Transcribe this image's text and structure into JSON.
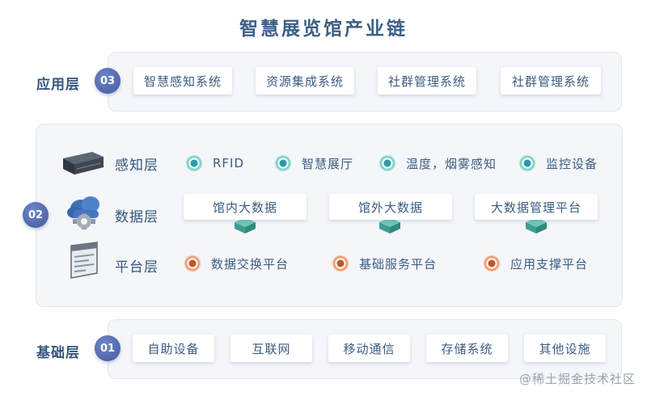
{
  "title": "智慧展览馆产业链",
  "application_layer": {
    "label": "应用层",
    "badge": "03",
    "systems": [
      "智慧感知系统",
      "资源集成系统",
      "社群管理系统",
      "社群管理系统"
    ]
  },
  "middle": {
    "badge": "02",
    "perception": {
      "label": "感知层",
      "items": [
        "RFID",
        "智慧展厅",
        "温度，烟雾感知",
        "监控设备"
      ]
    },
    "data": {
      "label": "数据层",
      "items": [
        "馆内大数据",
        "馆外大数据",
        "大数据管理平台"
      ]
    },
    "platform": {
      "label": "平台层",
      "items": [
        "数据交换平台",
        "基础服务平台",
        "应用支撑平台"
      ]
    }
  },
  "foundation_layer": {
    "label": "基础层",
    "badge": "01",
    "items": [
      "自助设备",
      "互联网",
      "移动通信",
      "存储系统",
      "其他设施"
    ]
  },
  "watermark": "@稀土掘金技术社区",
  "colors": {
    "badge": "#4a5ea4",
    "dot_green": "#2b9aa8",
    "dot_orange": "#c0552a",
    "cube": "#4fb3a3"
  },
  "icons": [
    "server-icon",
    "cloud-gear-icon",
    "platform-window-icon"
  ]
}
